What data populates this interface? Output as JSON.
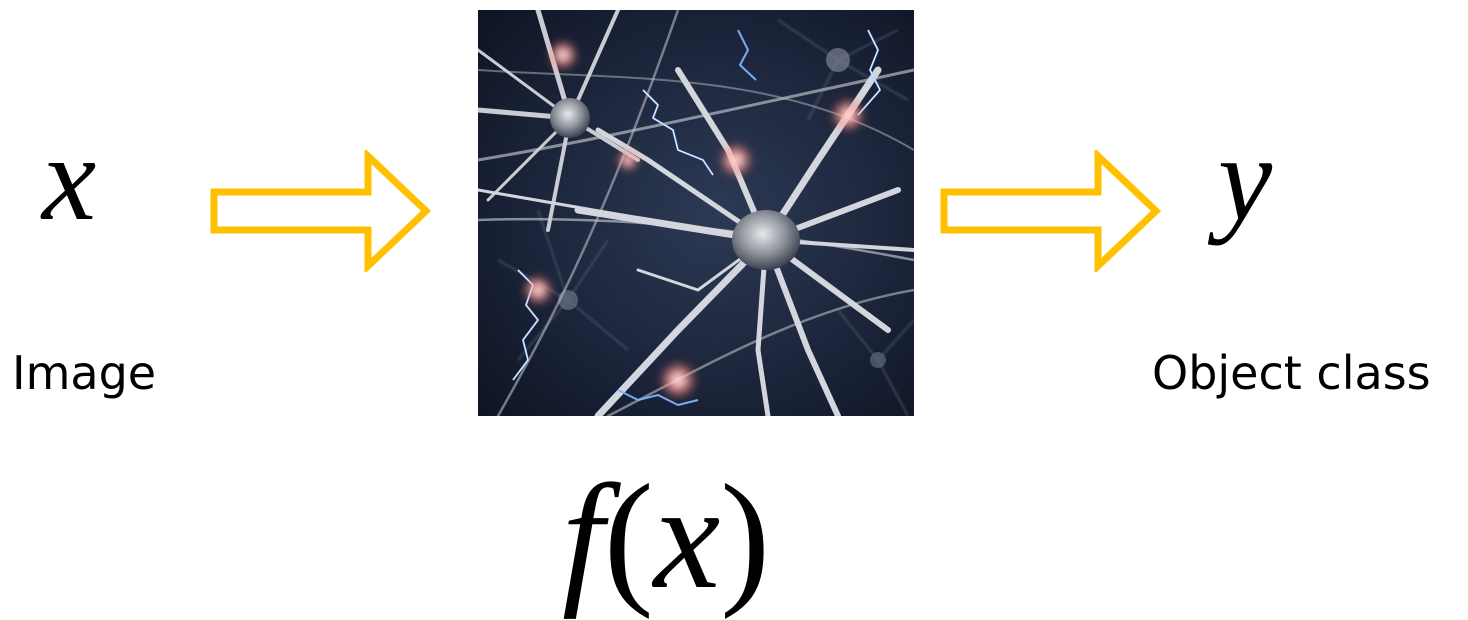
{
  "input": {
    "symbol": "x",
    "label": "Image"
  },
  "function": {
    "symbol": "f",
    "open_paren": "(",
    "arg": "x",
    "close_paren": ")"
  },
  "output": {
    "symbol": "y",
    "label": "Object class"
  },
  "colors": {
    "arrow_stroke": "#FFC000",
    "image_background": "#141c2e",
    "neuron_fiber": "#c9ccd2",
    "spark": "#7fb3ff",
    "glow": "#ff5a4e"
  },
  "icons": {
    "arrow": "right-arrow-outline-icon",
    "image": "neuron-network-image"
  }
}
